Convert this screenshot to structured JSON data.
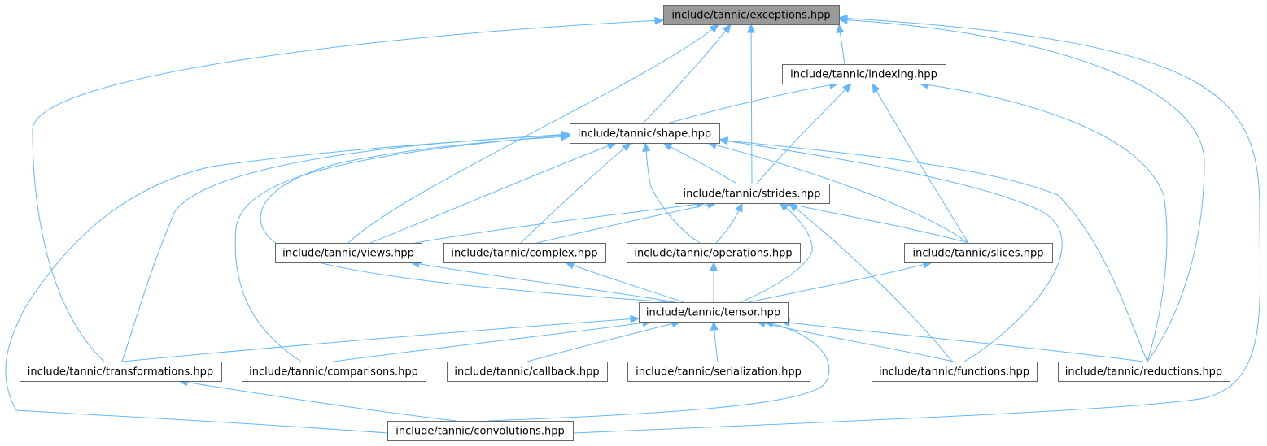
{
  "diagram": {
    "edge_color": "#63b8ff",
    "root_fill": "#999999",
    "nodes": [
      {
        "id": "exceptions",
        "label": "include/tannic/exceptions.hpp",
        "root": true
      },
      {
        "id": "indexing",
        "label": "include/tannic/indexing.hpp"
      },
      {
        "id": "shape",
        "label": "include/tannic/shape.hpp"
      },
      {
        "id": "strides",
        "label": "include/tannic/strides.hpp"
      },
      {
        "id": "views",
        "label": "include/tannic/views.hpp"
      },
      {
        "id": "complex",
        "label": "include/tannic/complex.hpp"
      },
      {
        "id": "operations",
        "label": "include/tannic/operations.hpp"
      },
      {
        "id": "slices",
        "label": "include/tannic/slices.hpp"
      },
      {
        "id": "tensor",
        "label": "include/tannic/tensor.hpp"
      },
      {
        "id": "transformations",
        "label": "include/tannic/transformations.hpp"
      },
      {
        "id": "comparisons",
        "label": "include/tannic/comparisons.hpp"
      },
      {
        "id": "callback",
        "label": "include/tannic/callback.hpp"
      },
      {
        "id": "serialization",
        "label": "include/tannic/serialization.hpp"
      },
      {
        "id": "functions",
        "label": "include/tannic/functions.hpp"
      },
      {
        "id": "reductions",
        "label": "include/tannic/reductions.hpp"
      },
      {
        "id": "convolutions",
        "label": "include/tannic/convolutions.hpp"
      }
    ],
    "edges": [
      {
        "from": "indexing",
        "to": "exceptions"
      },
      {
        "from": "shape",
        "to": "exceptions"
      },
      {
        "from": "strides",
        "to": "exceptions"
      },
      {
        "from": "views",
        "to": "exceptions"
      },
      {
        "from": "transformations",
        "to": "exceptions"
      },
      {
        "from": "reductions",
        "to": "exceptions"
      },
      {
        "from": "convolutions",
        "to": "exceptions"
      },
      {
        "from": "shape",
        "to": "indexing"
      },
      {
        "from": "strides",
        "to": "indexing"
      },
      {
        "from": "slices",
        "to": "indexing"
      },
      {
        "from": "reductions",
        "to": "indexing"
      },
      {
        "from": "strides",
        "to": "shape"
      },
      {
        "from": "views",
        "to": "shape"
      },
      {
        "from": "complex",
        "to": "shape"
      },
      {
        "from": "operations",
        "to": "shape"
      },
      {
        "from": "slices",
        "to": "shape"
      },
      {
        "from": "tensor",
        "to": "shape"
      },
      {
        "from": "transformations",
        "to": "shape"
      },
      {
        "from": "comparisons",
        "to": "shape"
      },
      {
        "from": "functions",
        "to": "shape"
      },
      {
        "from": "reductions",
        "to": "shape"
      },
      {
        "from": "convolutions",
        "to": "shape"
      },
      {
        "from": "views",
        "to": "strides"
      },
      {
        "from": "complex",
        "to": "strides"
      },
      {
        "from": "operations",
        "to": "strides"
      },
      {
        "from": "slices",
        "to": "strides"
      },
      {
        "from": "tensor",
        "to": "strides"
      },
      {
        "from": "functions",
        "to": "strides"
      },
      {
        "from": "tensor",
        "to": "views"
      },
      {
        "from": "tensor",
        "to": "complex"
      },
      {
        "from": "tensor",
        "to": "operations"
      },
      {
        "from": "tensor",
        "to": "slices"
      },
      {
        "from": "transformations",
        "to": "tensor"
      },
      {
        "from": "comparisons",
        "to": "tensor"
      },
      {
        "from": "callback",
        "to": "tensor"
      },
      {
        "from": "serialization",
        "to": "tensor"
      },
      {
        "from": "functions",
        "to": "tensor"
      },
      {
        "from": "reductions",
        "to": "tensor"
      },
      {
        "from": "convolutions",
        "to": "tensor"
      },
      {
        "from": "convolutions",
        "to": "transformations"
      }
    ]
  }
}
